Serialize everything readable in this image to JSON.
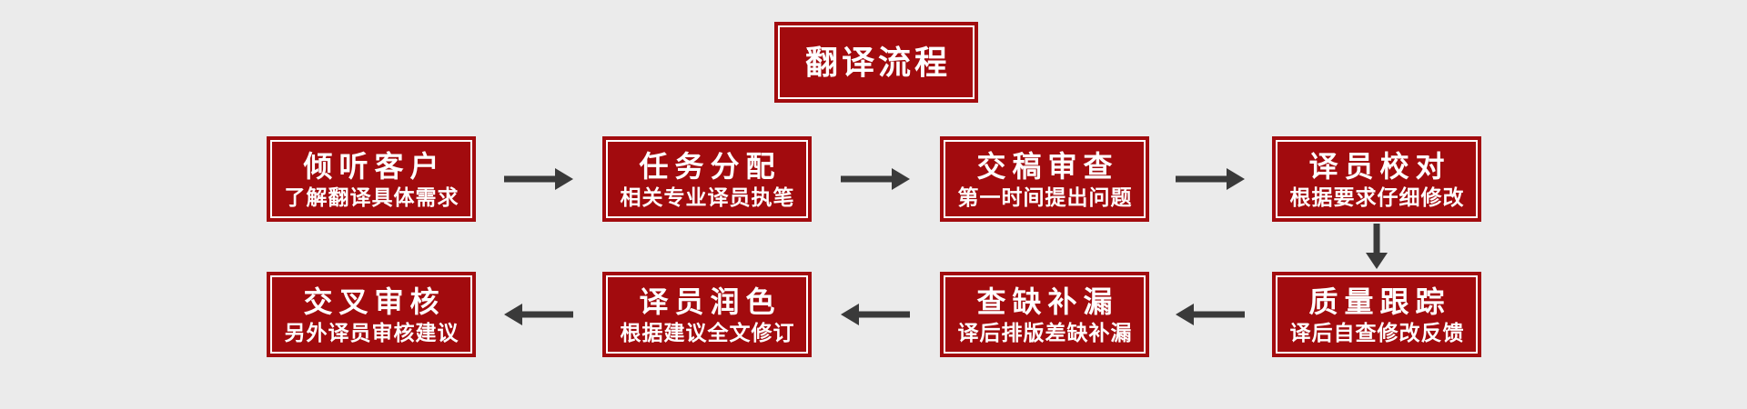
{
  "canvas": {
    "background_color": "#EBEBEB"
  },
  "colors": {
    "box_red": "#A20B0E",
    "box_inner_border": "#FFFFFF",
    "text": "#FFFFFF",
    "arrow": "#3A3A3A"
  },
  "title": {
    "label": "翻译流程"
  },
  "steps": {
    "row1": [
      {
        "id": "listen-customers",
        "title": "倾听客户",
        "subtitle": "了解翻译具体需求"
      },
      {
        "id": "task-assignment",
        "title": "任务分配",
        "subtitle": "相关专业译员执笔"
      },
      {
        "id": "draft-review",
        "title": "交稿审查",
        "subtitle": "第一时间提出问题"
      },
      {
        "id": "proofreading",
        "title": "译员校对",
        "subtitle": "根据要求仔细修改"
      }
    ],
    "row2": [
      {
        "id": "cross-review",
        "title": "交叉审核",
        "subtitle": "另外译员审核建议"
      },
      {
        "id": "polishing",
        "title": "译员润色",
        "subtitle": "根据建议全文修订"
      },
      {
        "id": "gap-filling",
        "title": "查缺补漏",
        "subtitle": "译后排版差缺补漏"
      },
      {
        "id": "quality-tracking",
        "title": "质量跟踪",
        "subtitle": "译后自查修改反馈"
      }
    ]
  }
}
